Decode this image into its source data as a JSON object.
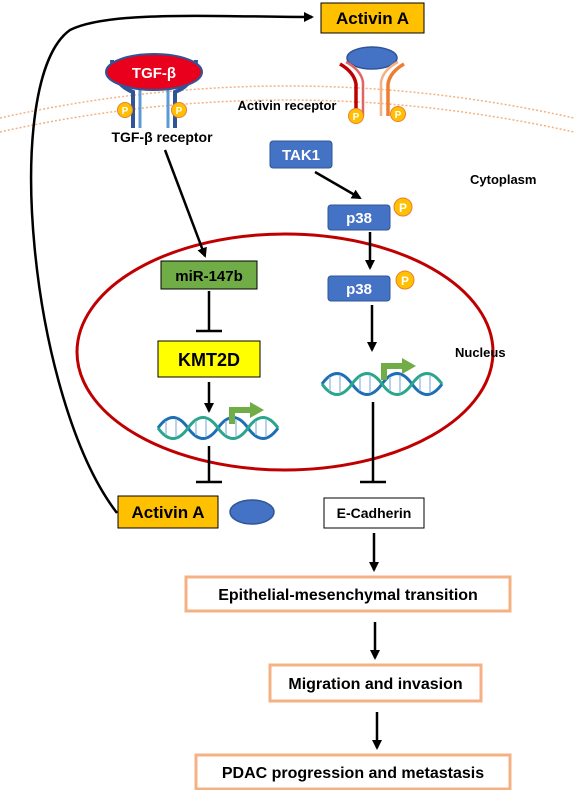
{
  "labels": {
    "activin_top": "Activin A",
    "tgfb_ligand": "TGF-β",
    "tgfb_receptor": "TGF-β receptor",
    "activin_receptor": "Activin receptor",
    "cytoplasm": "Cytoplasm",
    "nucleus": "Nucleus",
    "tak1": "TAK1",
    "p38_cytoplasm": "p38",
    "p38_nucleus": "p38",
    "phospho": "P",
    "mir147b": "miR-147b",
    "kmt2d": "KMT2D",
    "activin_bottom": "Activin A",
    "ecadherin": "E-Cadherin",
    "emt": "Epithelial-mesenchymal transition",
    "migration": "Migration and invasion",
    "pdac": "PDAC progression and metastasis"
  },
  "colors": {
    "activin_fill": "#ffc000",
    "protein_blue": "#4472c4",
    "mir_green": "#70ad47",
    "kmt2d_yellow": "#ffff00",
    "nucleus_red": "#c00000",
    "membrane_orange": "#f4b183",
    "outcome_border": "#f4b183",
    "phospho_fill": "#ffc000",
    "receptor_red": "#c00000",
    "receptor_orange": "#ed7d31",
    "receptor_blue": "#2f5597"
  }
}
